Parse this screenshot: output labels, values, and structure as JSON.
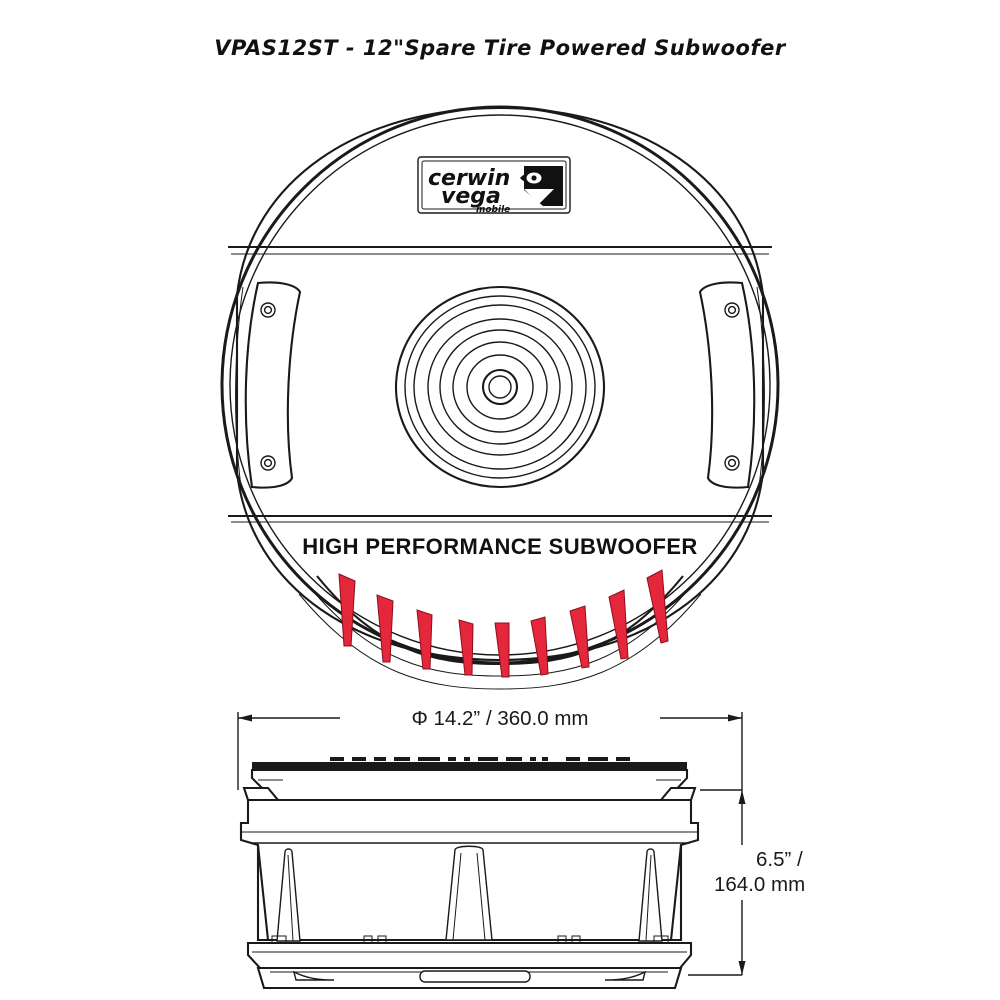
{
  "document": {
    "title": "VPAS12ST - 12\"Spare Tire Powered Subwoofer",
    "type": "product-dimension-drawing",
    "background_color": "#ffffff",
    "line_color": "#1a1a1a",
    "accent_color": "#e5273b"
  },
  "front_view": {
    "name": "front-view",
    "brand_logo": {
      "line1": "cerwin",
      "line2": "vega",
      "line3": "mobile",
      "emblem": "eye-v-emblem"
    },
    "band_label": "HIGH PERFORMANCE SUBWOOFER",
    "cone": {
      "name": "speaker-cone",
      "ring_count": 8,
      "center_cap": "dust-cap"
    },
    "brackets": [
      {
        "side": "left",
        "screw_count": 2
      },
      {
        "side": "right",
        "screw_count": 2
      }
    ],
    "vent_fins": {
      "name": "vent-fin",
      "count": 9,
      "color": "#e5273b"
    }
  },
  "side_view": {
    "name": "side-profile-view",
    "rib_count": 3,
    "top_band": "grille-slot-band"
  },
  "dimensions": {
    "width": {
      "label": "Φ 14.2” / 360.0 mm",
      "symbol": "Φ",
      "inches": "14.2”",
      "millimeters": "360.0 mm",
      "orientation": "horizontal"
    },
    "height": {
      "label_line1": "6.5” /",
      "label_line2": "164.0 mm",
      "inches": "6.5”",
      "millimeters": "164.0 mm",
      "orientation": "vertical"
    }
  }
}
